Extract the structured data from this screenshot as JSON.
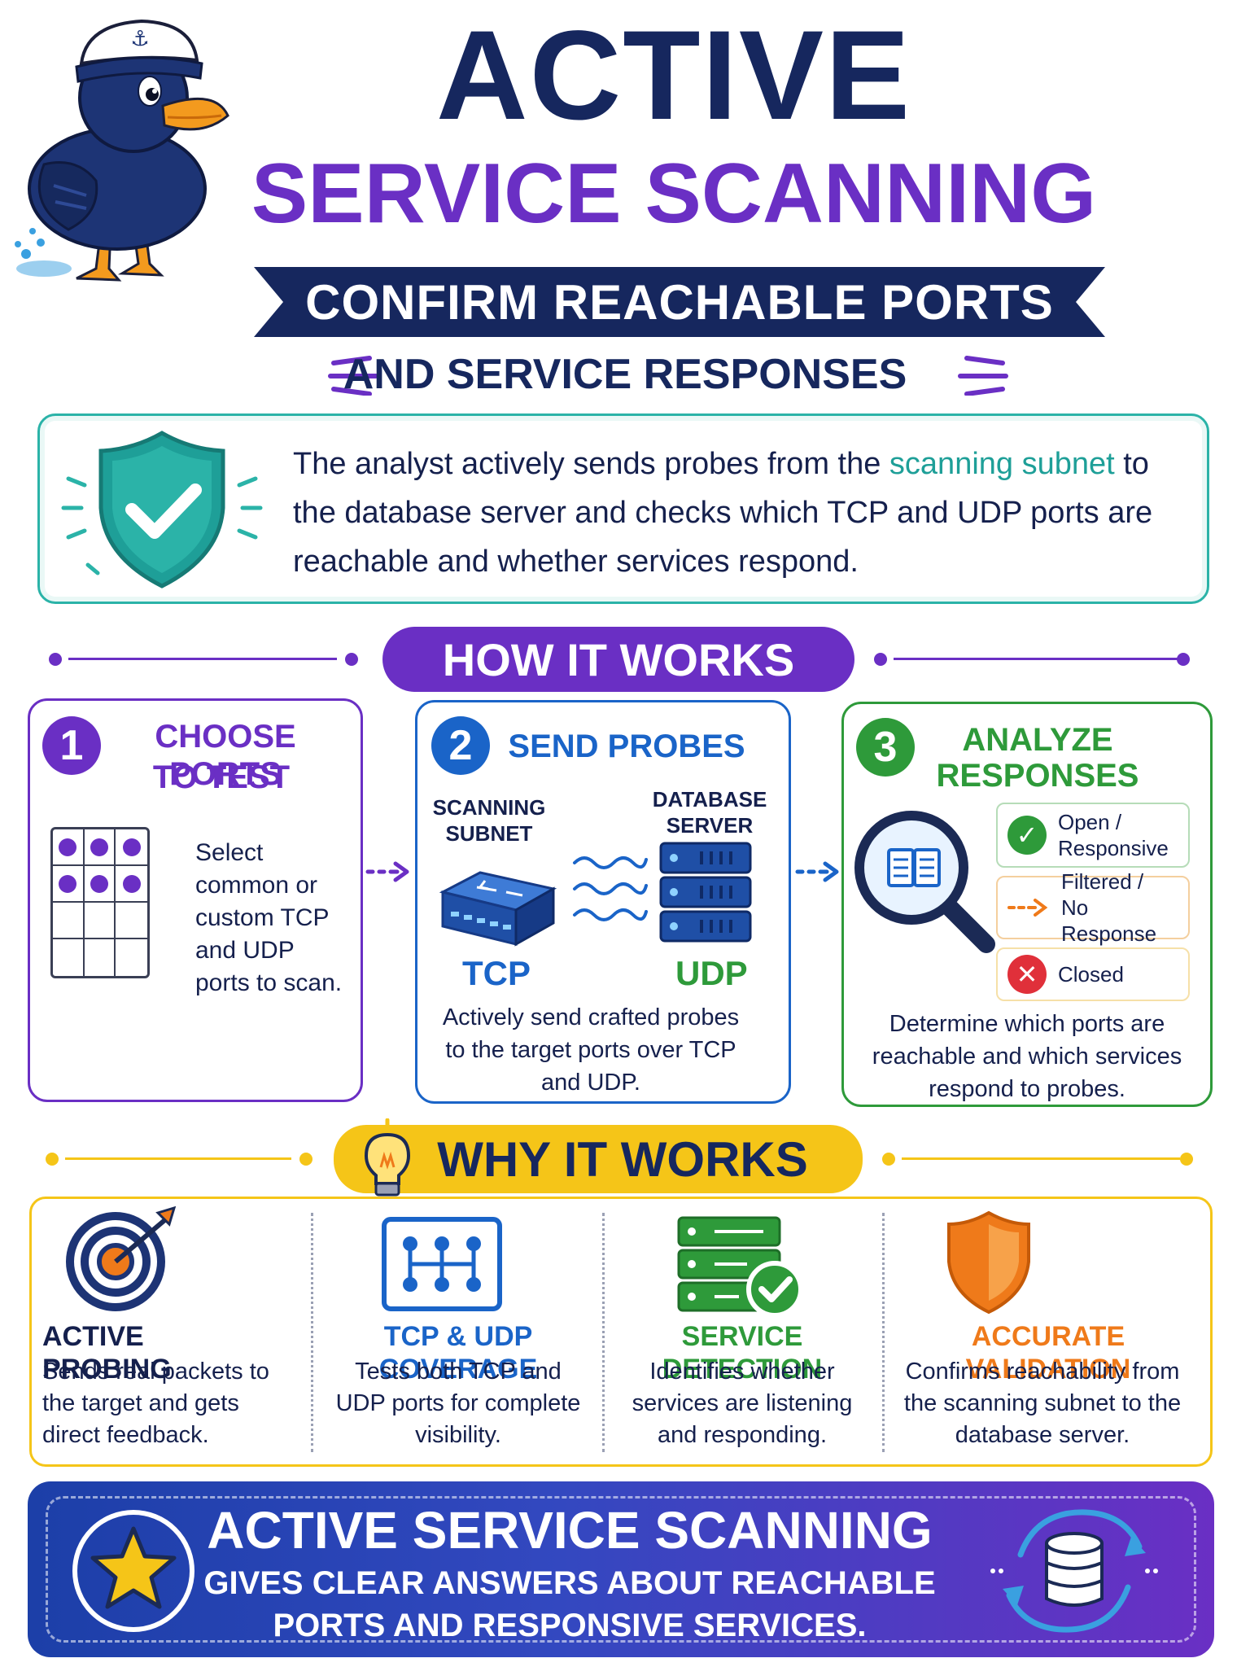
{
  "header": {
    "title_line1": "ACTIVE",
    "title_line2": "SERVICE SCANNING",
    "banner": "CONFIRM REACHABLE PORTS",
    "subtitle": "AND SERVICE RESPONSES"
  },
  "intro": {
    "text_before": "The analyst actively sends probes from the ",
    "highlight": "scanning subnet",
    "text_after": " to the database server and checks which TCP and UDP ports are reachable and whether services respond."
  },
  "how": {
    "heading": "HOW IT WORKS",
    "steps": [
      {
        "number": "1",
        "title_line1": "CHOOSE PORTS",
        "title_line2": "TO TEST",
        "body": "Select common or custom TCP and UDP ports to scan."
      },
      {
        "number": "2",
        "title": "SEND PROBES",
        "source_label_line1": "SCANNING",
        "source_label_line2": "SUBNET",
        "target_label_line1": "DATABASE",
        "target_label_line2": "SERVER",
        "proto_left": "TCP",
        "proto_right": "UDP",
        "body": "Actively send crafted probes to the target ports over TCP and UDP."
      },
      {
        "number": "3",
        "title_line1": "ANALYZE",
        "title_line2": "RESPONSES",
        "statuses": [
          {
            "line1": "Open /",
            "line2": "Responsive"
          },
          {
            "line1": "Filtered /",
            "line2": "No Response"
          },
          {
            "line1": "Closed",
            "line2": ""
          }
        ],
        "body": "Determine which ports are reachable and which services respond to probes."
      }
    ]
  },
  "why": {
    "heading": "WHY IT WORKS",
    "items": [
      {
        "title": "ACTIVE PROBING",
        "body": "Sends real packets to the target and gets direct feedback.",
        "color": "#15204d",
        "icon": "target-icon"
      },
      {
        "title": "TCP & UDP COVERAGE",
        "body": "Tests both TCP and UDP ports for complete visibility.",
        "color": "#1a64c8",
        "icon": "network-icon"
      },
      {
        "title": "SERVICE DETECTION",
        "body": "Identifies whether services are listening and responding.",
        "color": "#2e9a3a",
        "icon": "server-check-icon"
      },
      {
        "title": "ACCURATE VALIDATION",
        "body": "Confirms reachability from the scanning subnet to the database server.",
        "color": "#ef7a1a",
        "icon": "shield-icon"
      }
    ]
  },
  "footer": {
    "title": "ACTIVE SERVICE SCANNING",
    "sub_line1": "GIVES CLEAR ANSWERS ABOUT REACHABLE",
    "sub_line2": "PORTS AND RESPONSIVE SERVICES."
  },
  "colors": {
    "navy": "#16275e",
    "purple": "#6a2fc4",
    "teal": "#2bb3a8",
    "blue": "#1a64c8",
    "green": "#2e9a3a",
    "yellow": "#f5c518",
    "orange": "#ef7a1a",
    "red": "#e0303a"
  }
}
